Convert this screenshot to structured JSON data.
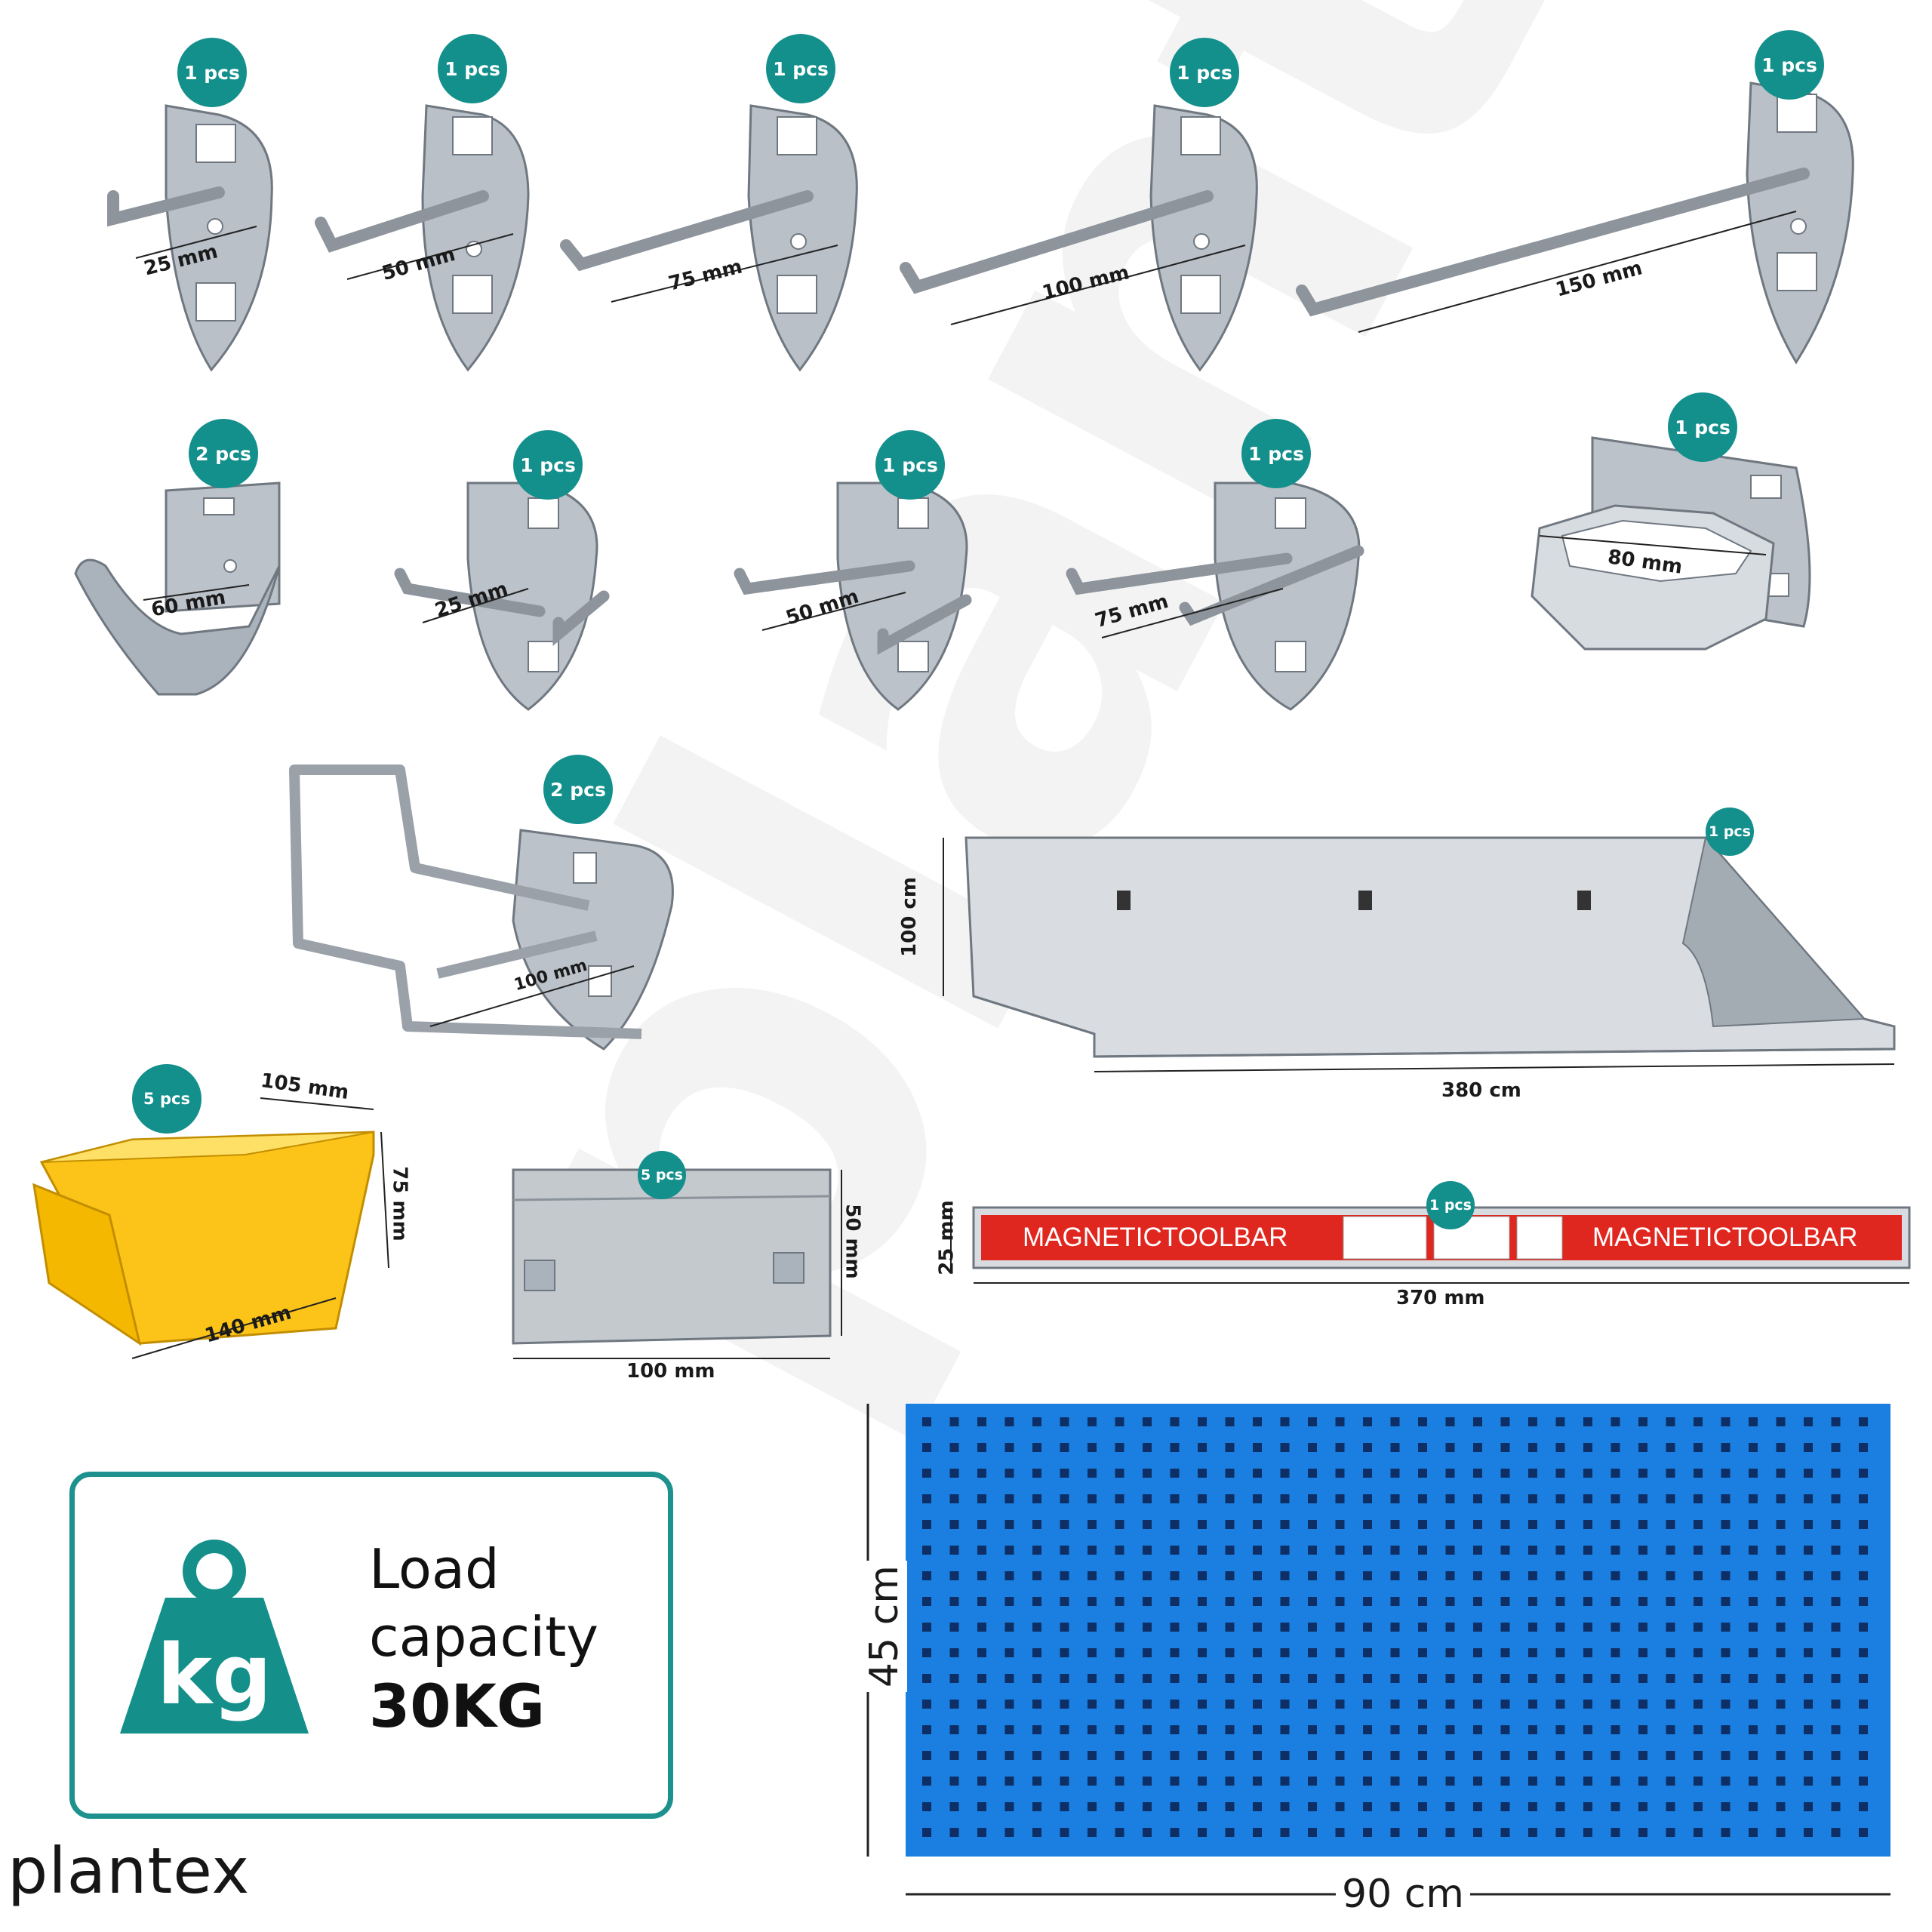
{
  "watermark": "plantex",
  "brand": {
    "logo": "plantex",
    "accent": "#138f8c",
    "x_color": "#138f8c"
  },
  "items": {
    "hook_25": {
      "qty": "1 pcs",
      "dim": "25 mm"
    },
    "hook_50": {
      "qty": "1 pcs",
      "dim": "50 mm"
    },
    "hook_75": {
      "qty": "1 pcs",
      "dim": "75 mm"
    },
    "hook_100": {
      "qty": "1 pcs",
      "dim": "100 mm"
    },
    "hook_150": {
      "qty": "1 pcs",
      "dim": "150 mm"
    },
    "clip_60": {
      "qty": "2 pcs",
      "dim": "60 mm"
    },
    "double_25": {
      "qty": "1 pcs",
      "dim": "25 mm"
    },
    "double_50": {
      "qty": "1 pcs",
      "dim": "50 mm"
    },
    "double_75": {
      "qty": "1 pcs",
      "dim": "75 mm"
    },
    "ring_80": {
      "qty": "1 pcs",
      "dim": "80 mm"
    },
    "loop_100": {
      "qty": "2 pcs",
      "dim": "100 mm"
    },
    "shelf": {
      "qty": "1 pcs",
      "height": "100 cm",
      "width": "380 cm"
    },
    "bin": {
      "qty": "5 pcs",
      "depth": "105 mm",
      "height": "75 mm",
      "width": "140 mm"
    },
    "bracket": {
      "qty": "5 pcs",
      "height": "50 mm",
      "width": "100 mm"
    },
    "toolbar": {
      "qty": "1 pcs",
      "label": "MAGNETICTOOLBAR",
      "height": "25 mm",
      "width": "370 mm"
    },
    "pegboard": {
      "height": "45 cm",
      "width": "90 cm",
      "color": "#1a7fe0"
    }
  },
  "load": {
    "line1": "Load",
    "line2": "capacity",
    "line3": "30KG",
    "icon_text": "kg",
    "icon": "weight-icon",
    "icon_color": "#148f8a"
  }
}
